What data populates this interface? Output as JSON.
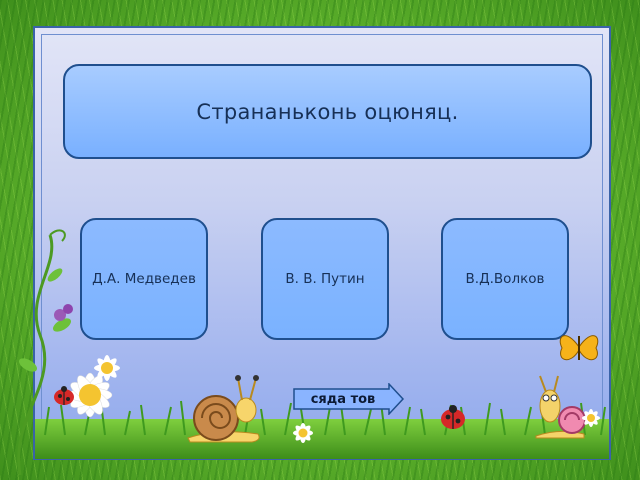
{
  "slide": {
    "question": "Страна­нькoнь оцюняц.",
    "answers": [
      {
        "label": "Д.А. Медведев"
      },
      {
        "label": "В. В. Путин"
      },
      {
        "label": "В.Д.Волков"
      }
    ],
    "next_label": "сяда тов"
  },
  "colors": {
    "grass": "#5eb22c",
    "slide_bg": "#c9d1f1",
    "box_fill": "#7ab2ff",
    "box_border": "#1f4f8e"
  },
  "icons": [
    "daisy-icon",
    "snail-icon",
    "ladybug-icon",
    "butterfly-icon",
    "vine-icon"
  ]
}
